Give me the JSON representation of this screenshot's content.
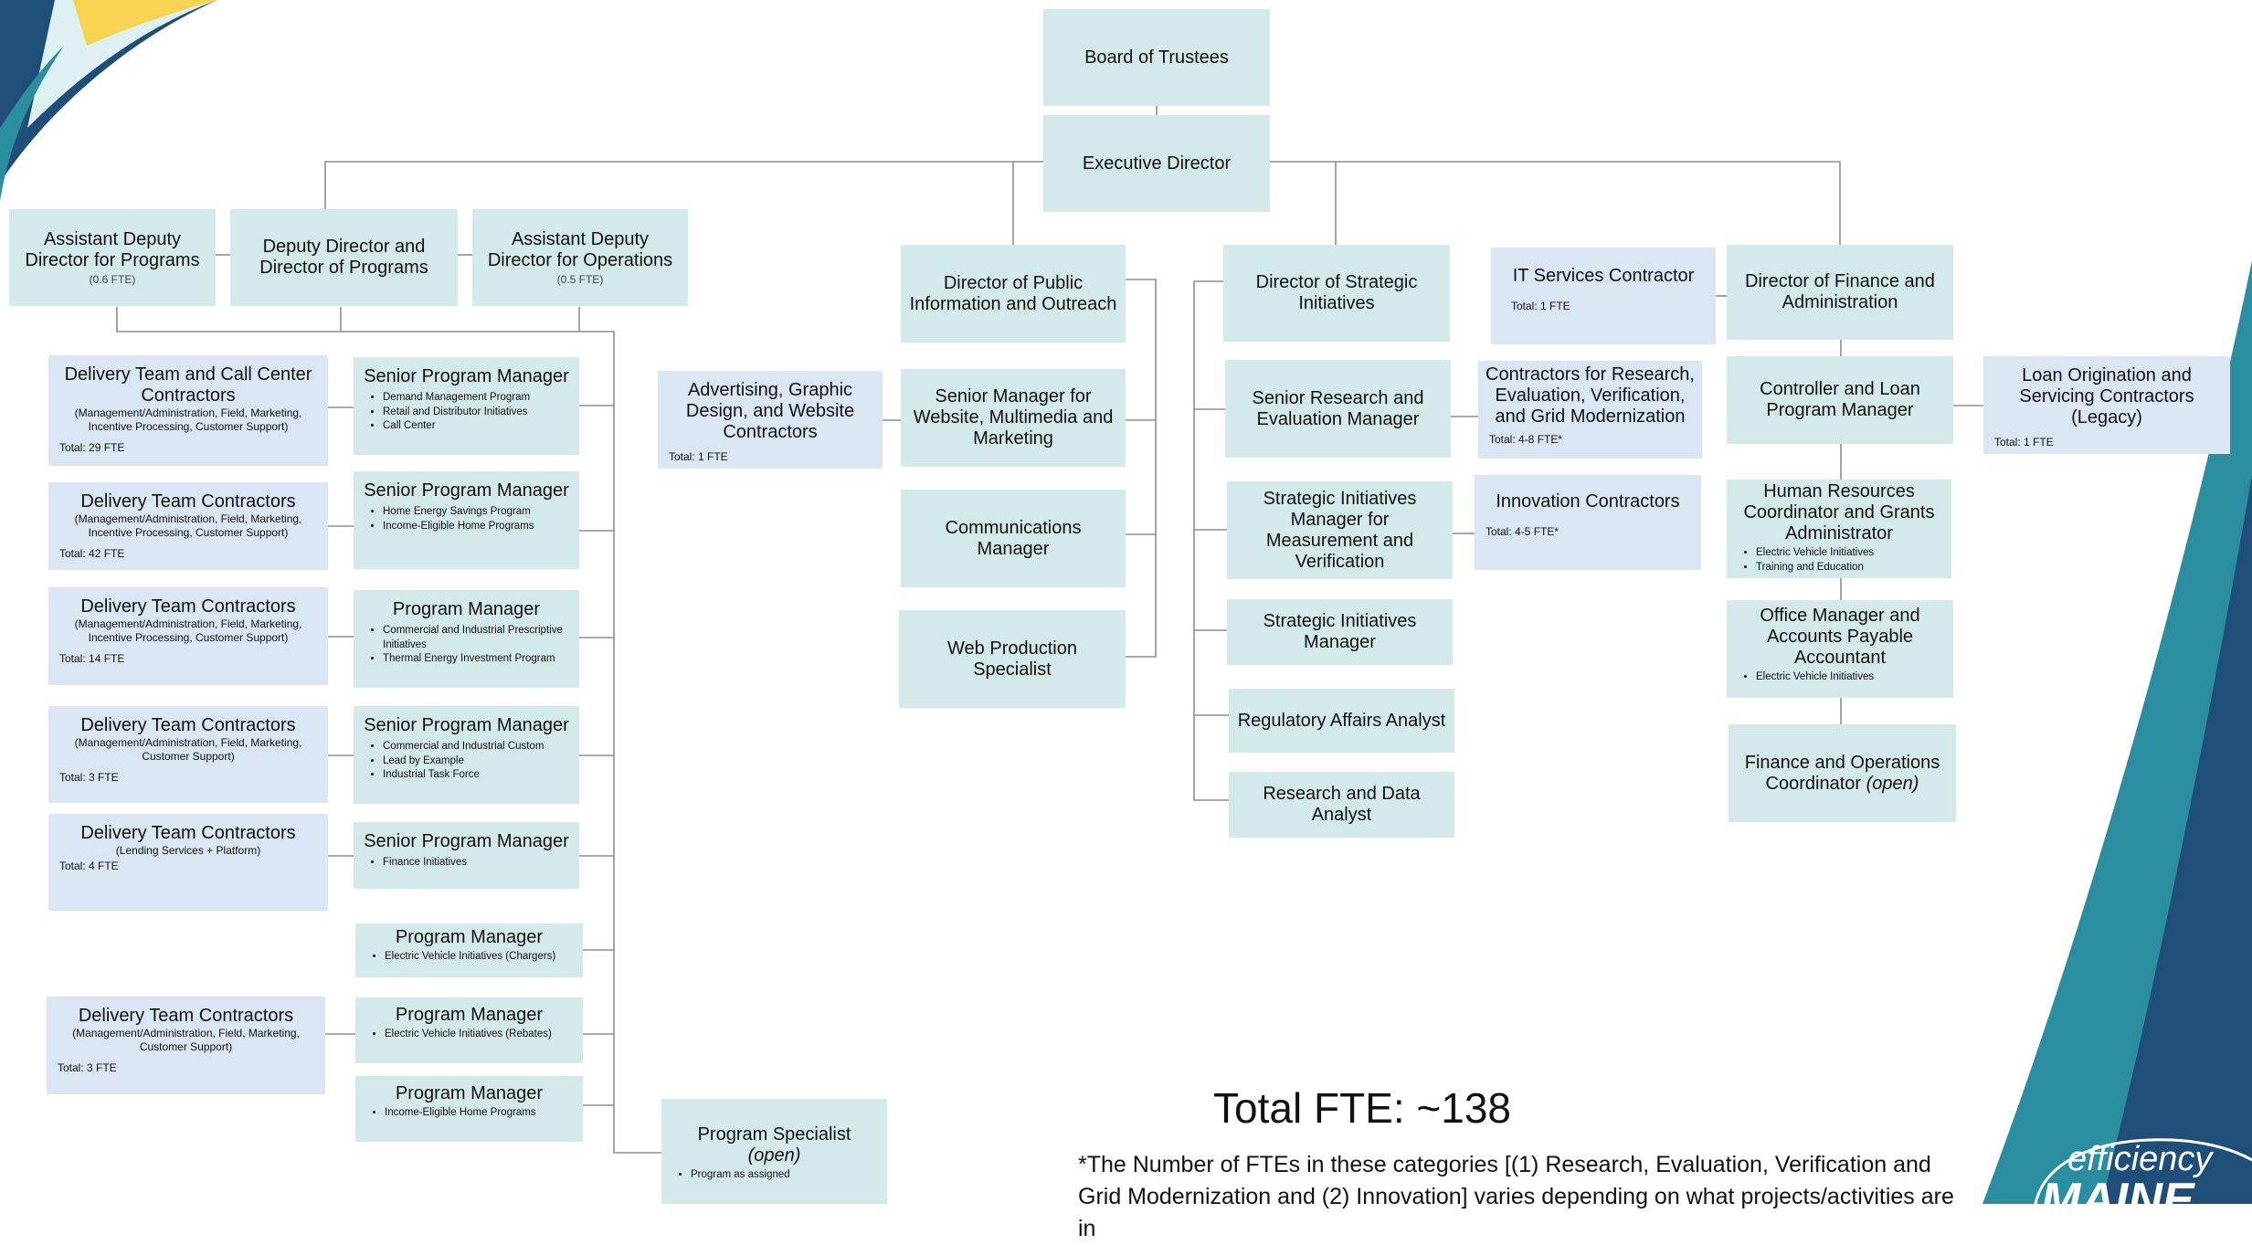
{
  "colors": {
    "box": "#d3e9ea",
    "contractor_box": "#dae6f3",
    "line": "#8d8d8d",
    "deco_blue": "#1f4e79",
    "deco_teal": "#2b8ea0",
    "deco_yellow": "#f6d451"
  },
  "top": {
    "board": "Board of Trustees",
    "executive": "Executive Director"
  },
  "programs": {
    "asst_deputy_programs": {
      "title": "Assistant Deputy Director for Programs",
      "fte": "(0.6 FTE)"
    },
    "deputy": {
      "title": "Deputy Director and Director of Programs"
    },
    "asst_deputy_operations": {
      "title": "Assistant Deputy Director for Operations",
      "fte": "(0.5 FTE)"
    },
    "contractors": [
      {
        "title": "Delivery Team and Call Center Contractors",
        "sub": "(Management/Administration, Field, Marketing, Incentive Processing, Customer Support)",
        "total": "Total: 29 FTE"
      },
      {
        "title": "Delivery Team Contractors",
        "sub": "(Management/Administration, Field, Marketing, Incentive Processing, Customer Support)",
        "total": "Total: 42 FTE"
      },
      {
        "title": "Delivery Team Contractors",
        "sub": "(Management/Administration, Field, Marketing, Incentive Processing, Customer Support)",
        "total": "Total: 14 FTE"
      },
      {
        "title": "Delivery Team Contractors",
        "sub": "(Management/Administration, Field, Marketing, Customer Support)",
        "total": "Total: 3 FTE"
      },
      {
        "title": "Delivery Team Contractors",
        "sub": "(Lending Services + Platform)",
        "total": "Total: 4 FTE"
      },
      {
        "title": "Delivery Team Contractors",
        "sub": "(Management/Administration, Field, Marketing, Customer Support)",
        "total": "Total: 3 FTE"
      }
    ],
    "managers": [
      {
        "title": "Senior Program Manager",
        "items": [
          "Demand Management Program",
          "Retail and Distributor Initiatives",
          "Call Center"
        ]
      },
      {
        "title": "Senior Program Manager",
        "items": [
          "Home Energy Savings Program",
          "Income-Eligible Home Programs"
        ]
      },
      {
        "title": "Program Manager",
        "items": [
          "Commercial and Industrial Prescriptive Initiatives",
          "Thermal Energy Investment Program"
        ]
      },
      {
        "title": "Senior Program Manager",
        "items": [
          "Commercial and Industrial Custom",
          "Lead by Example",
          "Industrial Task Force"
        ]
      },
      {
        "title": "Senior Program Manager",
        "items": [
          "Finance Initiatives"
        ]
      },
      {
        "title": "Program Manager",
        "items": [
          "Electric Vehicle Initiatives (Chargers)"
        ]
      },
      {
        "title": "Program Manager",
        "items": [
          "Electric Vehicle Initiatives (Rebates)"
        ]
      },
      {
        "title": "Program Manager",
        "items": [
          "Income-Eligible Home Programs"
        ]
      }
    ],
    "specialist": {
      "title": "Program Specialist",
      "tag": "(open)",
      "items": [
        "Program as assigned"
      ]
    }
  },
  "outreach": {
    "director": "Director of Public Information and Outreach",
    "advertising": {
      "title": "Advertising, Graphic Design, and Website Contractors",
      "total": "Total: 1 FTE"
    },
    "senior_manager": "Senior Manager for Website, Multimedia and Marketing",
    "communications": "Communications Manager",
    "web_production": "Web Production Specialist"
  },
  "strategic": {
    "director": "Director of Strategic Initiatives",
    "senior_research": "Senior Research and Evaluation Manager",
    "mv_manager": "Strategic Initiatives Manager for Measurement and Verification",
    "si_manager": "Strategic Initiatives Manager",
    "regulatory": "Regulatory Affairs Analyst",
    "research_data": "Research and Data Analyst",
    "research_contractors": {
      "title": "Contractors for Research, Evaluation, Verification, and Grid Modernization",
      "total": "Total: 4-8 FTE*"
    },
    "innovation": {
      "title": "Innovation Contractors",
      "total": "Total: 4-5 FTE*"
    }
  },
  "finance": {
    "it": {
      "title": "IT Services Contractor",
      "total": "Total: 1 FTE"
    },
    "director": "Director of Finance and Administration",
    "controller": "Controller and Loan Program Manager",
    "loan": {
      "title": "Loan Origination and Servicing Contractors (Legacy)",
      "total": "Total: 1 FTE"
    },
    "hr": {
      "title": "Human Resources Coordinator and Grants Administrator",
      "items": [
        "Electric Vehicle Initiatives",
        "Training and Education"
      ]
    },
    "office": {
      "title": "Office Manager and Accounts Payable Accountant",
      "items": [
        "Electric Vehicle Initiatives"
      ]
    },
    "finops": {
      "title": "Finance and Operations Coordinator",
      "tag": "(open)"
    }
  },
  "summary": {
    "total": "Total FTE: ~138",
    "footnote": "*The Number of FTEs in these categories [(1) Research, Evaluation, Verification and Grid Modernization and (2) Innovation] varies depending on what projects/activities are in"
  },
  "logo": {
    "line1": "efficiency",
    "line2": "MAINE"
  }
}
